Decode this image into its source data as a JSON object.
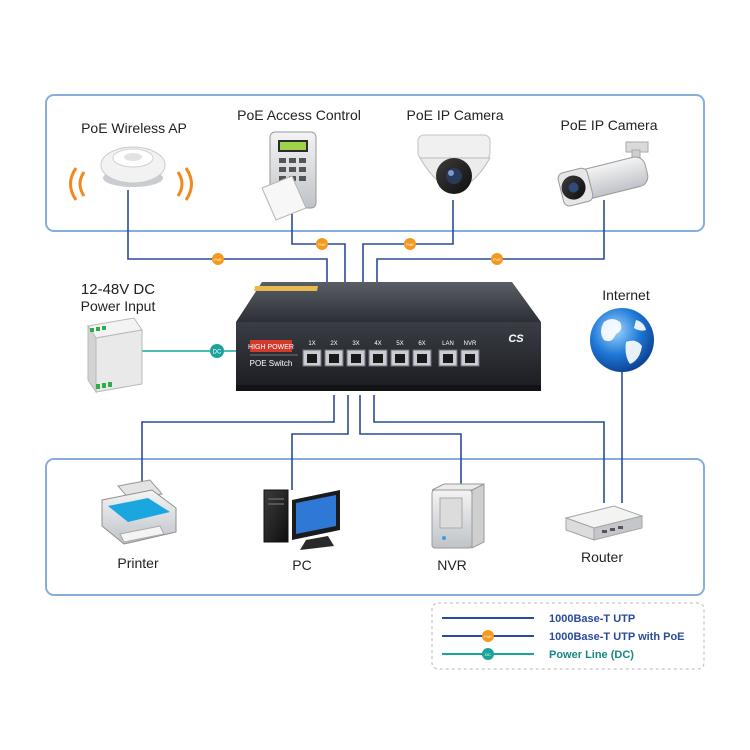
{
  "devices_top": {
    "ap": "PoE Wireless AP",
    "access": "PoE Access Control",
    "camera1": "PoE IP Camera",
    "camera2": "PoE IP Camera"
  },
  "power_input": {
    "line1": "12-48V DC",
    "line2": "Power Input",
    "dc_badge": "DC"
  },
  "switch": {
    "brand_label": "HIGH POWER",
    "name": "POE Switch",
    "ports": [
      "1X",
      "2X",
      "3X",
      "4X",
      "5X",
      "6X",
      "LAN",
      "NVR"
    ],
    "logo": "CS"
  },
  "internet_label": "Internet",
  "devices_bottom": {
    "printer": "Printer",
    "pc": "PC",
    "nvr": "NVR",
    "router": "Router"
  },
  "legend": {
    "items": [
      {
        "label": "1000Base-T UTP",
        "color": "#2a4b9b",
        "badge": ""
      },
      {
        "label": "1000Base-T UTP with PoE",
        "color": "#2a4b9b",
        "badge": "PoE"
      },
      {
        "label": "Power Line (DC)",
        "color": "#1aa39a",
        "badge": "DC"
      }
    ]
  },
  "poe_badge": "PoE",
  "colors": {
    "panel_border": "#86aedc",
    "utp": "#2a4b9b",
    "poe_dot": "#f39a1e",
    "dc_line": "#1aa39a"
  }
}
